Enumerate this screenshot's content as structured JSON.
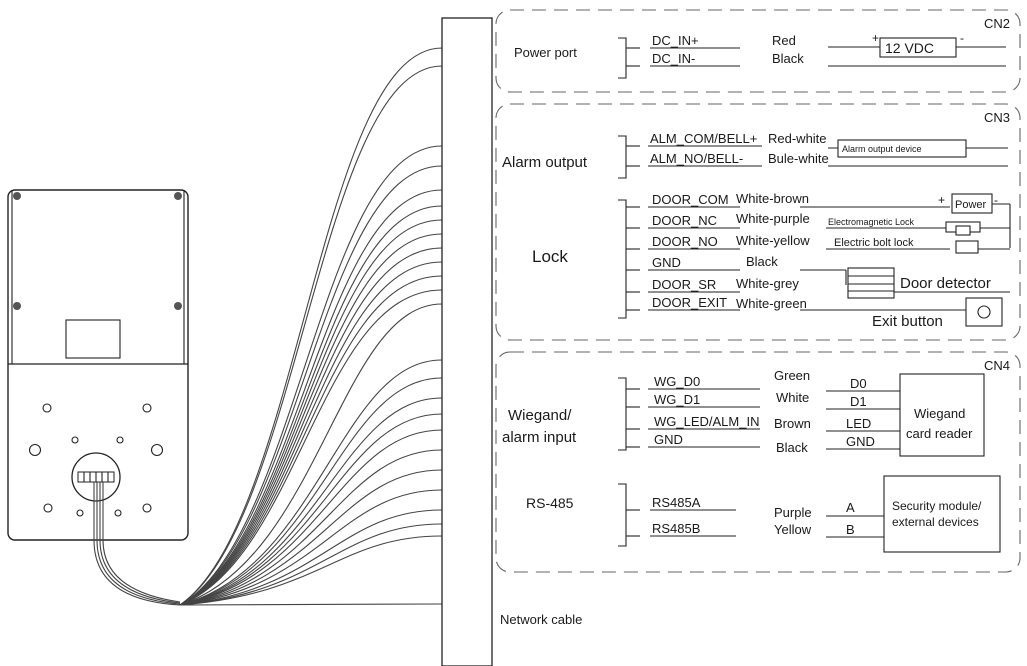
{
  "cn2": {
    "tag": "CN2",
    "group_label": "Power port",
    "pins": [
      "DC_IN+",
      "DC_IN-"
    ],
    "colors": [
      "Red",
      "Black"
    ],
    "supply_plus": "+",
    "supply_label": "12 VDC",
    "supply_minus": "-"
  },
  "cn3": {
    "tag": "CN3",
    "alarm_label": "Alarm output",
    "alarm_pins": [
      "ALM_COM/BELL+",
      "ALM_NO/BELL-"
    ],
    "alarm_colors": [
      "Red-white",
      "Bule-white"
    ],
    "alarm_device": "Alarm output device",
    "lock_label": "Lock",
    "lock_pins": [
      "DOOR_COM",
      "DOOR_NC",
      "DOOR_NO",
      "GND",
      "DOOR_SR",
      "DOOR_EXIT"
    ],
    "lock_colors": [
      "White-brown",
      "White-purple",
      "White-yellow",
      "Black",
      "White-grey",
      "White-green"
    ],
    "power_plus": "+",
    "power_label": "Power",
    "power_minus": "-",
    "em_lock": "Electromagnetic Lock",
    "bolt_lock": "Electric bolt lock",
    "door_detector": "Door detector",
    "exit_button": "Exit button"
  },
  "cn4": {
    "tag": "CN4",
    "wiegand_label_1": "Wiegand/",
    "wiegand_label_2": "alarm input",
    "wiegand_pins": [
      "WG_D0",
      "WG_D1",
      "WG_LED/ALM_IN",
      "GND"
    ],
    "wiegand_colors": [
      "Green",
      "White",
      "Brown",
      "Black"
    ],
    "wiegand_terms": [
      "D0",
      "D1",
      "LED",
      "GND"
    ],
    "reader_1": "Wiegand",
    "reader_2": "card reader",
    "rs485_label": "RS-485",
    "rs485_pins": [
      "RS485A",
      "RS485B"
    ],
    "rs485_colors": [
      "Purple",
      "Yellow"
    ],
    "rs485_terms": [
      "A",
      "B"
    ],
    "module_1": "Security module/",
    "module_2": "external devices"
  },
  "network_label": "Network cable"
}
